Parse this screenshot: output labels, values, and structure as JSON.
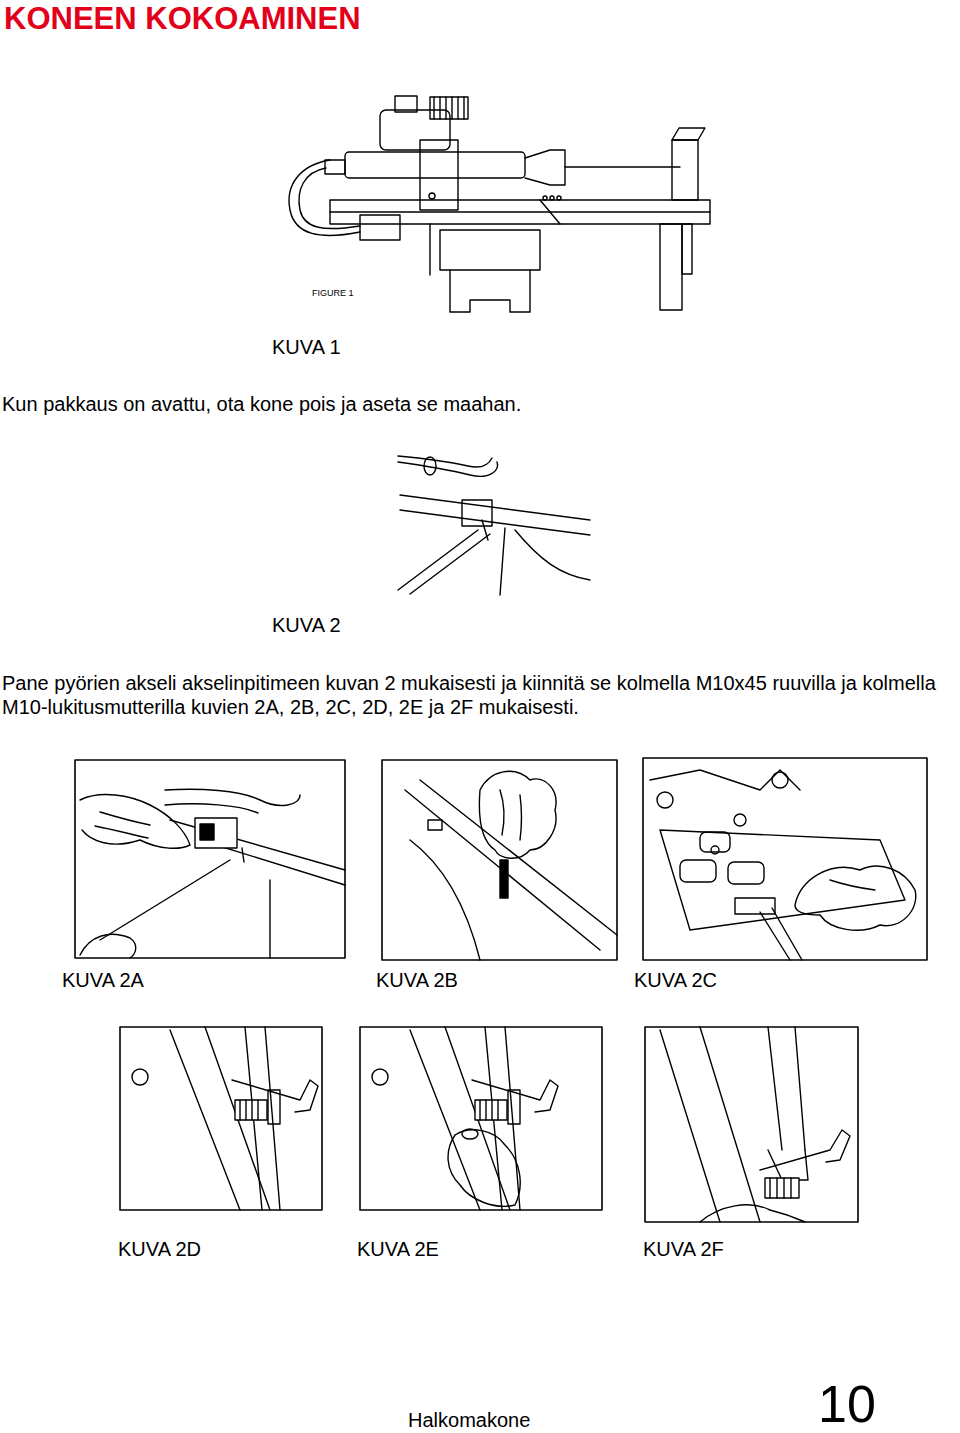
{
  "diagram": {
    "title": "KONEEN KOKOAMINEN",
    "labels": [
      "FIGURE 1",
      "KUVA 1",
      "Kun pakkaus on avattu, ota kone pois ja aseta se maahan.",
      "KUVA 2",
      "Pane pyörien akseli akselinpitimeen kuvan 2 mukaisesti ja kiinnitä se kolmella M10x45 ruuvilla ja kolmella M10-lukitusmutterilla kuvien 2A, 2B, 2C, 2D, 2E ja 2F mukaisesti.",
      "KUVA 2A",
      "KUVA 2B",
      "KUVA 2C",
      "KUVA 2D",
      "KUVA 2E",
      "KUVA 2F",
      "Halkomakone",
      "10"
    ]
  }
}
